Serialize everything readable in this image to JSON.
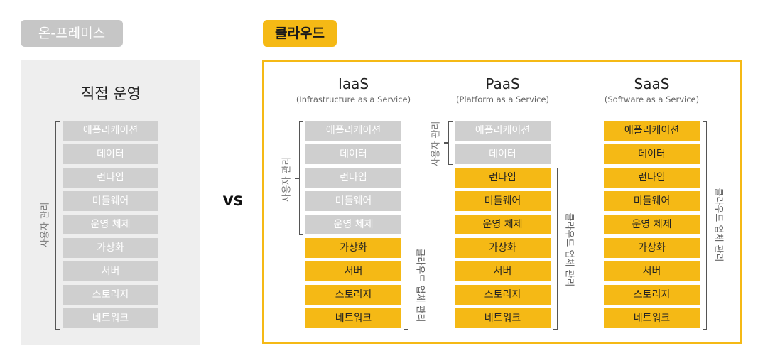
{
  "onprem": {
    "tag": "온-프레미스",
    "title": "직접 운영",
    "user_label": "사용자 관리",
    "layers": [
      "애플리케이션",
      "데이터",
      "런타임",
      "미들웨어",
      "운영 체제",
      "가상화",
      "서버",
      "스토리지",
      "네트워크"
    ]
  },
  "vs": "VS",
  "cloud": {
    "tag": "클라우드",
    "columns": [
      {
        "title": "IaaS",
        "subtitle": "(Infrastructure as a Service)",
        "user_label": "사용자 관리",
        "provider_label": "클라우드 업체 관리",
        "user_layers": [
          "애플리케이션",
          "데이터",
          "런타임",
          "미들웨어",
          "운영 체제"
        ],
        "provider_layers": [
          "가상화",
          "서버",
          "스토리지",
          "네트워크"
        ]
      },
      {
        "title": "PaaS",
        "subtitle": "(Platform as a Service)",
        "user_label": "사용자 관리",
        "provider_label": "클라우드 업체 관리",
        "user_layers": [
          "애플리케이션",
          "데이터"
        ],
        "provider_layers": [
          "런타임",
          "미들웨어",
          "운영 체제",
          "가상화",
          "서버",
          "스토리지",
          "네트워크"
        ]
      },
      {
        "title": "SaaS",
        "subtitle": "(Software as a Service)",
        "provider_label": "클라우드 업체 관리",
        "user_layers": [],
        "provider_layers": [
          "애플리케이션",
          "데이터",
          "런타임",
          "미들웨어",
          "운영 체제",
          "가상화",
          "서버",
          "스토리지",
          "네트워크"
        ]
      }
    ]
  },
  "colors": {
    "accent": "#f5b915",
    "user_layer": "#cfcfcf",
    "panel": "#eeeeee"
  }
}
